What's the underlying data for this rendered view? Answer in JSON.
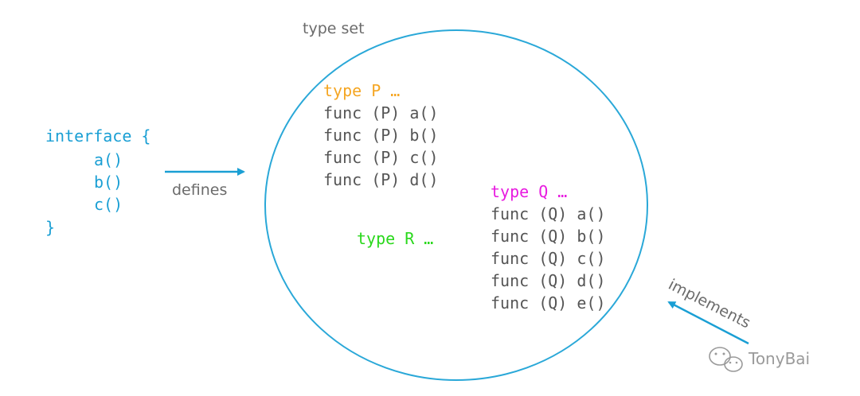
{
  "colors": {
    "interface": "#1a9fd4",
    "circle": "#2aa8d8",
    "arrow": "#1a9fd4",
    "typeP": "#f5a623",
    "typeQ": "#e81ce0",
    "typeR": "#2ad81c",
    "code": "#555555",
    "label": "#6b6b6b"
  },
  "interface": {
    "open": "interface {",
    "methods": [
      "a()",
      "b()",
      "c()"
    ],
    "close": "}"
  },
  "arrows": {
    "defines_label": "defines",
    "implements_label": "implements"
  },
  "type_set": {
    "label": "type set"
  },
  "typeP": {
    "header": "type P …",
    "methods": [
      "func (P) a()",
      "func (P) b()",
      "func (P) c()",
      "func (P) d()"
    ]
  },
  "typeQ": {
    "header": "type Q …",
    "methods": [
      "func (Q) a()",
      "func (Q) b()",
      "func (Q) c()",
      "func (Q) d()",
      "func (Q) e()"
    ]
  },
  "typeR": {
    "header": "type R …"
  },
  "watermark": {
    "text": "TonyBai",
    "icon": "wechat-icon"
  }
}
